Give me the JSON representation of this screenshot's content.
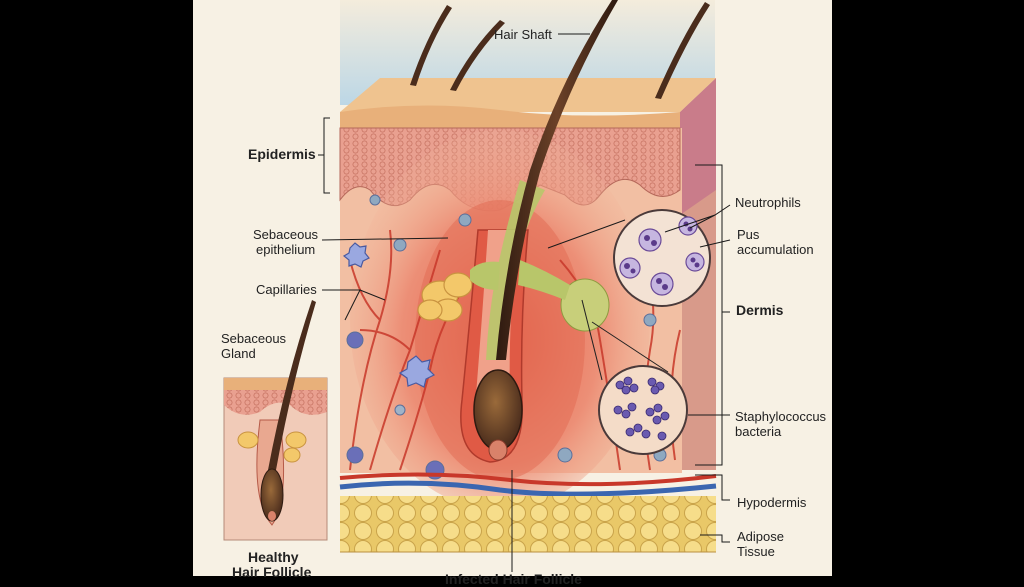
{
  "labels": {
    "hair_shaft": "Hair Shaft",
    "epidermis": "Epidermis",
    "sebaceous_epithelium": [
      "Sebaceous",
      "epithelium"
    ],
    "capillaries": "Capillaries",
    "sebaceous_gland": [
      "Sebaceous",
      "Gland"
    ],
    "neutrophils": "Neutrophils",
    "pus_accumulation": [
      "Pus",
      "accumulation"
    ],
    "dermis": "Dermis",
    "staphylococcus": [
      "Staphylococcus",
      "bacteria"
    ],
    "hypodermis": "Hypodermis",
    "adipose_tissue": [
      "Adipose",
      "Tissue"
    ],
    "healthy_follicle": [
      "Healthy",
      "Hair Follicle"
    ],
    "infected_follicle": "Infected Hair Follicle"
  },
  "colors": {
    "page": "#f7f1e4",
    "sky": "#bcd7e6",
    "skin_top": "#efc38f",
    "epidermis": "#e79a86",
    "dermis": "#f2bfa3",
    "inflammation": "#e2553f",
    "hair": "#4a2c1c",
    "pus": "#b8c66a",
    "fat": "#f1d577",
    "vein": "#3b66b0",
    "artery": "#c8382a",
    "neutrophil": "#7a5aa8"
  }
}
